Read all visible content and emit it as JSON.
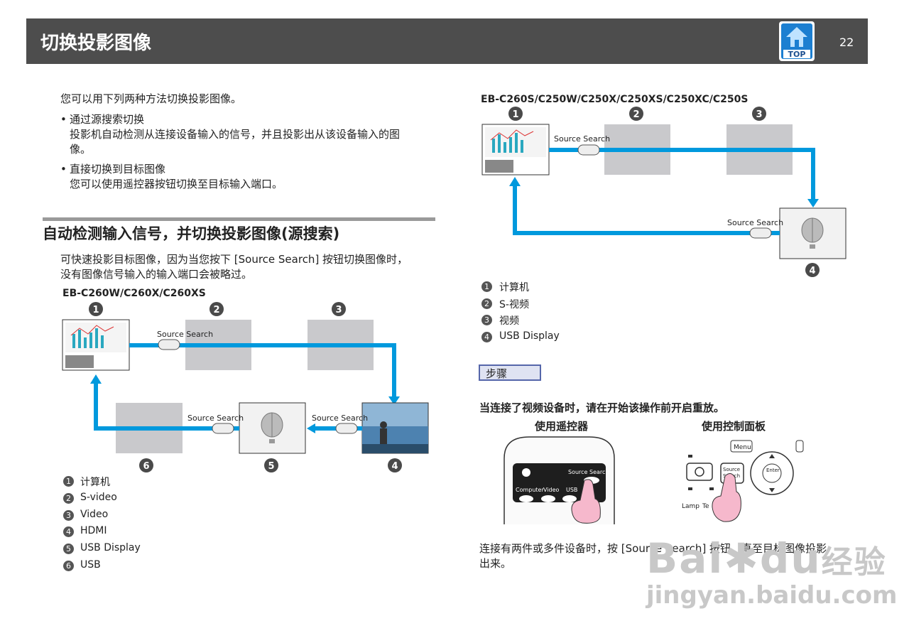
{
  "header": {
    "title": "切换投影图像",
    "top_label": "TOP",
    "page_number": "22"
  },
  "intro": {
    "line": "您可以用下列两种方法切换投影图像。",
    "bullets": [
      {
        "title": "通过源搜索切换",
        "desc1": "投影机自动检测从连接设备输入的信号，并且投影出从该设备输入的图",
        "desc2": "像。"
      },
      {
        "title": "直接切换到目标图像",
        "desc1": "您可以使用遥控器按钮切换至目标输入端口。"
      }
    ]
  },
  "section": {
    "title": "自动检测输入信号，并切换投影图像(源搜索)",
    "desc1": "可快速投影目标图像，因为当您按下 [Source Search] 按钮切换图像时，",
    "desc2": "没有图像信号输入的输入端口会被略过。"
  },
  "diagram_left": {
    "model": "EB-C260W/C260X/C260XS",
    "button_label": "Source Search",
    "legend": [
      {
        "num": "1",
        "label": "计算机"
      },
      {
        "num": "2",
        "label": "S-video"
      },
      {
        "num": "3",
        "label": "Video"
      },
      {
        "num": "4",
        "label": "HDMI"
      },
      {
        "num": "5",
        "label": "USB  Display"
      },
      {
        "num": "6",
        "label": "USB"
      }
    ]
  },
  "diagram_right": {
    "model": "EB-C260S/C250W/C250X/C250XS/C250XC/C250S",
    "button_label": "Source Search",
    "legend": [
      {
        "num": "1",
        "label": "计算机"
      },
      {
        "num": "2",
        "label": "S-视频"
      },
      {
        "num": "3",
        "label": "视频"
      },
      {
        "num": "4",
        "label": "USB  Display"
      }
    ]
  },
  "steps": {
    "label": "步骤",
    "note": "当连接了视频设备时，请在开始该操作前开启重放。",
    "remote_title": "使用遥控器",
    "panel_title": "使用控制面板",
    "remote": {
      "source_search": "Source Search",
      "computer": "Computer",
      "video": "Video",
      "usb": "USB"
    },
    "panel": {
      "menu": "Menu",
      "source1": "Source",
      "source2": "Search",
      "enter": "Enter",
      "lamp": "Lamp",
      "temp": "Te"
    },
    "closing1": "连接有两件或多件设备时，按 [Source Search] 按钮，直至目标图像投影",
    "closing2": "出来。"
  },
  "watermark": {
    "brand": "Bai",
    "brand2": "du",
    "cn": "经验",
    "url": "jingyan.baidu.com"
  },
  "colors": {
    "header_bg": "#4d4d4d",
    "arrow": "#0099dd",
    "gray_box": "#c9c9cc",
    "steps_border": "#5566aa"
  }
}
